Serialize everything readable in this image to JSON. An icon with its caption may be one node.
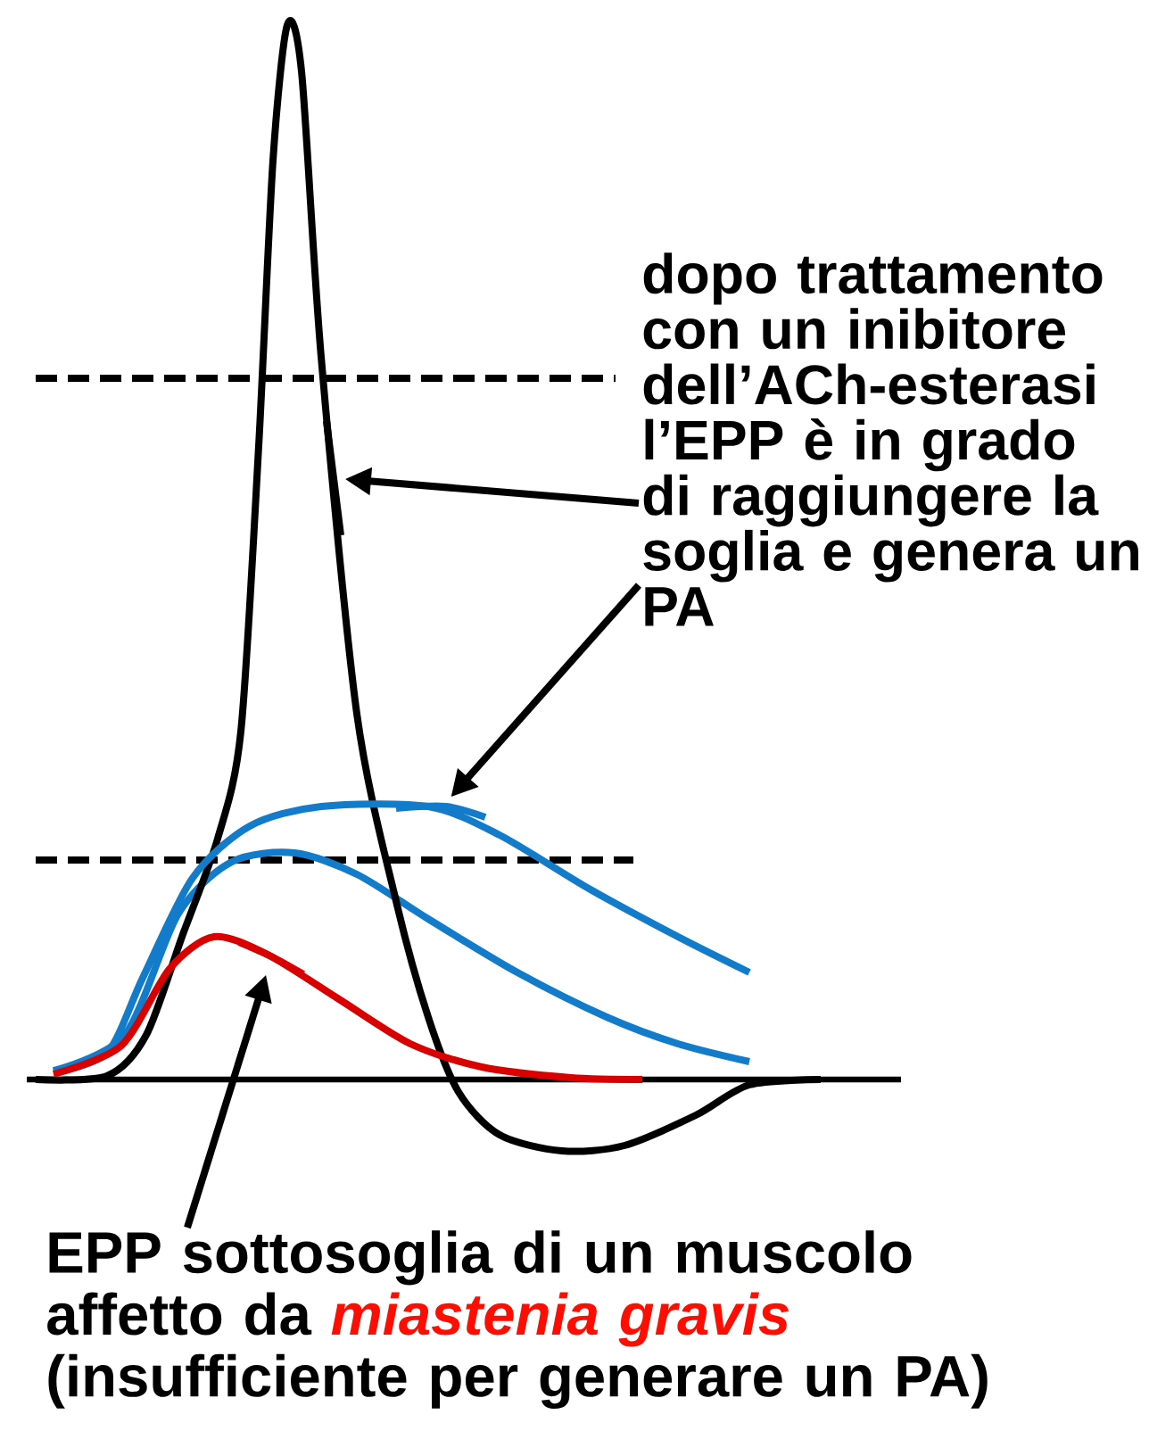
{
  "diagram": {
    "nodes": [
      {
        "text": [
          "dopo trattamento con un inibitore dell’ACh-esterasi l’EPP  è in grado di raggiungere la soglia e genera un PA"
        ]
      },
      {
        "text": [],
        "shape": "curve"
      },
      {
        "text": [],
        "shape": "curve"
      },
      {
        "text": [
          "EPP  sottosoglia di un muscolo affetto da *miastenia gravis* (insufficiente per generare un PA)"
        ]
      },
      {
        "text": [],
        "shape": "curve"
      }
    ],
    "edges": [
      {
        "from": 0,
        "to": 1,
        "arrow": "to"
      },
      {
        "from": 0,
        "to": 2,
        "arrow": "to"
      },
      {
        "from": 3,
        "to": 4,
        "arrow": "to"
      }
    ]
  }
}
